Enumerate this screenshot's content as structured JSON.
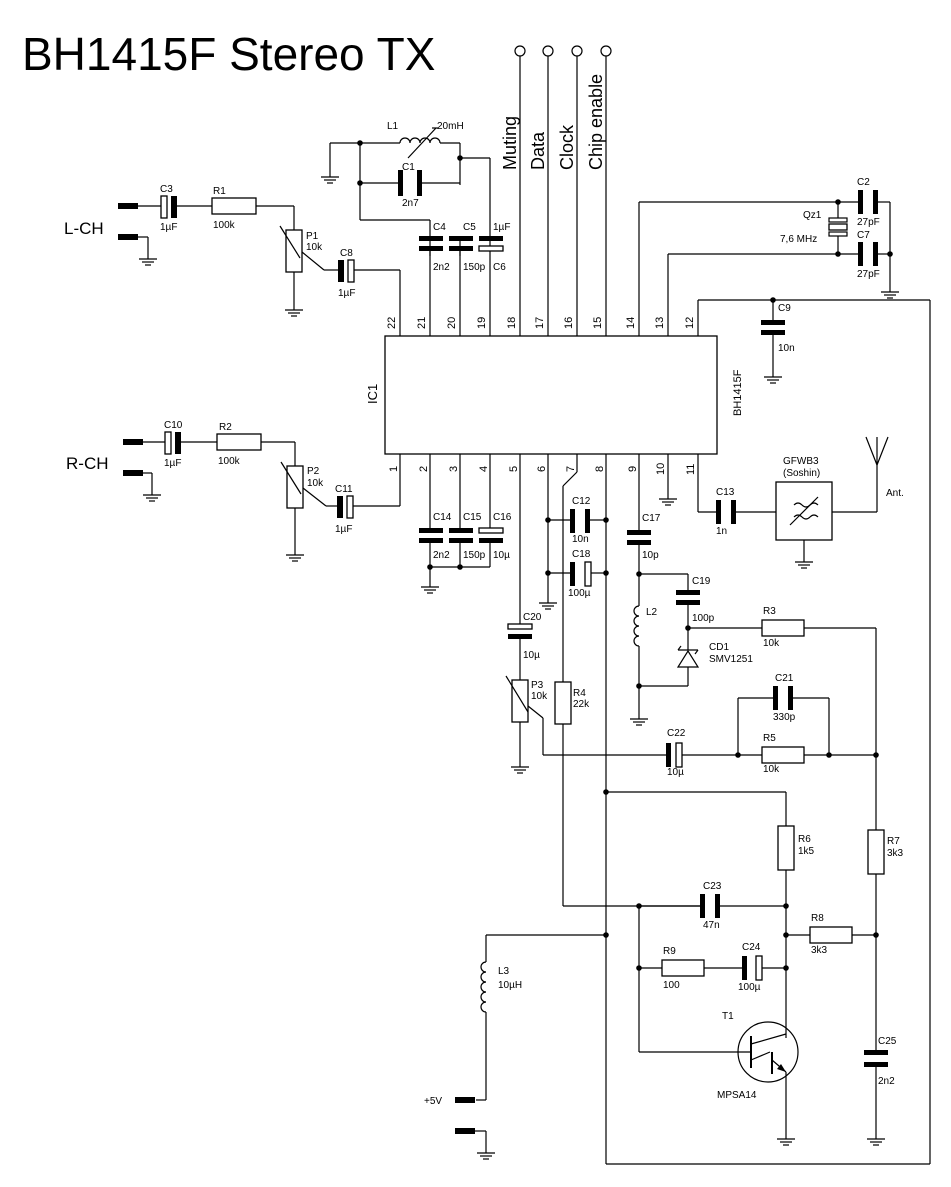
{
  "title": "BH1415F Stereo TX",
  "ic": {
    "ref": "IC1",
    "part": "BH1415F",
    "top_pins": [
      "22",
      "21",
      "20",
      "19",
      "18",
      "17",
      "16",
      "15",
      "14",
      "13",
      "12"
    ],
    "bottom_pins": [
      "1",
      "2",
      "3",
      "4",
      "5",
      "6",
      "7",
      "8",
      "9",
      "10",
      "11"
    ]
  },
  "inputs": {
    "left": "L-CH",
    "right": "R-CH",
    "power": "+5V",
    "antenna": "Ant."
  },
  "control_lines": [
    "Muting",
    "Data",
    "Clock",
    "Chip enable"
  ],
  "components": {
    "L1": {
      "ref": "L1",
      "value": "20mH"
    },
    "C1": {
      "ref": "C1",
      "value": "2n7"
    },
    "C2": {
      "ref": "C2",
      "value": "27pF"
    },
    "C3": {
      "ref": "C3",
      "value": "1µF"
    },
    "C4": {
      "ref": "C4",
      "value": "2n2"
    },
    "C5": {
      "ref": "C5",
      "value": "150p"
    },
    "C6": {
      "ref": "C6",
      "value": "1µF"
    },
    "C7": {
      "ref": "C7",
      "value": "27pF"
    },
    "C8": {
      "ref": "C8",
      "value": "1µF"
    },
    "C9": {
      "ref": "C9",
      "value": "10n"
    },
    "C10": {
      "ref": "C10",
      "value": "1µF"
    },
    "C11": {
      "ref": "C11",
      "value": "1µF"
    },
    "C12": {
      "ref": "C12",
      "value": "10n"
    },
    "C13": {
      "ref": "C13",
      "value": "1n"
    },
    "C14": {
      "ref": "C14",
      "value": "2n2"
    },
    "C15": {
      "ref": "C15",
      "value": "150p"
    },
    "C16": {
      "ref": "C16",
      "value": "10µ"
    },
    "C17": {
      "ref": "C17",
      "value": "10p"
    },
    "C18": {
      "ref": "C18",
      "value": "100µ"
    },
    "C19": {
      "ref": "C19",
      "value": "100p"
    },
    "C20": {
      "ref": "C20",
      "value": "10µ"
    },
    "C21": {
      "ref": "C21",
      "value": "330p"
    },
    "C22": {
      "ref": "C22",
      "value": "10µ"
    },
    "C23": {
      "ref": "C23",
      "value": "47n"
    },
    "C24": {
      "ref": "C24",
      "value": "100µ"
    },
    "C25": {
      "ref": "C25",
      "value": "2n2"
    },
    "R1": {
      "ref": "R1",
      "value": "100k"
    },
    "R2": {
      "ref": "R2",
      "value": "100k"
    },
    "R3": {
      "ref": "R3",
      "value": "10k"
    },
    "R4": {
      "ref": "R4",
      "value": "22k"
    },
    "R5": {
      "ref": "R5",
      "value": "10k"
    },
    "R6": {
      "ref": "R6",
      "value": "1k5"
    },
    "R7": {
      "ref": "R7",
      "value": "3k3"
    },
    "R8": {
      "ref": "R8",
      "value": "3k3"
    },
    "R9": {
      "ref": "R9",
      "value": "100"
    },
    "P1": {
      "ref": "P1",
      "value": "10k"
    },
    "P2": {
      "ref": "P2",
      "value": "10k"
    },
    "P3": {
      "ref": "P3",
      "value": "10k"
    },
    "L2": {
      "ref": "L2",
      "value": ""
    },
    "L3": {
      "ref": "L3",
      "value": "10µH"
    },
    "Qz1": {
      "ref": "Qz1",
      "value": "7,6 MHz"
    },
    "CD1": {
      "ref": "CD1",
      "value": "SMV1251"
    },
    "T1": {
      "ref": "T1",
      "value": "MPSA14"
    },
    "FIL": {
      "ref": "GFWB3",
      "value": "(Soshin)"
    }
  }
}
